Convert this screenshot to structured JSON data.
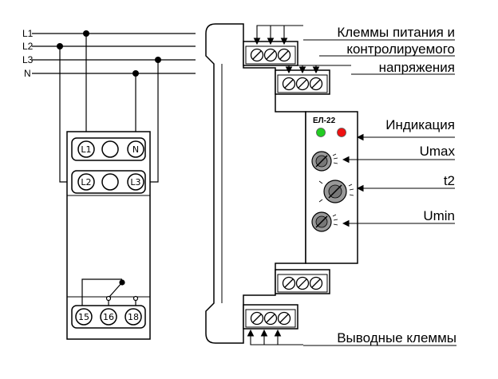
{
  "lines": {
    "l1": "L1",
    "l2": "L2",
    "l3": "L3",
    "n": "N"
  },
  "terminals": {
    "top_row": [
      "L1",
      "",
      "N"
    ],
    "mid_row": [
      "L2",
      "",
      "L3"
    ],
    "relay_row": [
      "15",
      "16",
      "18"
    ]
  },
  "device": {
    "model": "ЕЛ-22",
    "led_colors": [
      "#22cc22",
      "#ee1111"
    ],
    "knob_scale": [
      "Umax",
      "t2",
      "Umin"
    ]
  },
  "labels": {
    "power_line1": "Клеммы питания и",
    "power_line2": "контролируемого",
    "power_line3": "напряжения",
    "indication": "Индикация",
    "umax": "Umax",
    "t2": "t2",
    "umin": "Umin",
    "output": "Выводные клеммы"
  }
}
